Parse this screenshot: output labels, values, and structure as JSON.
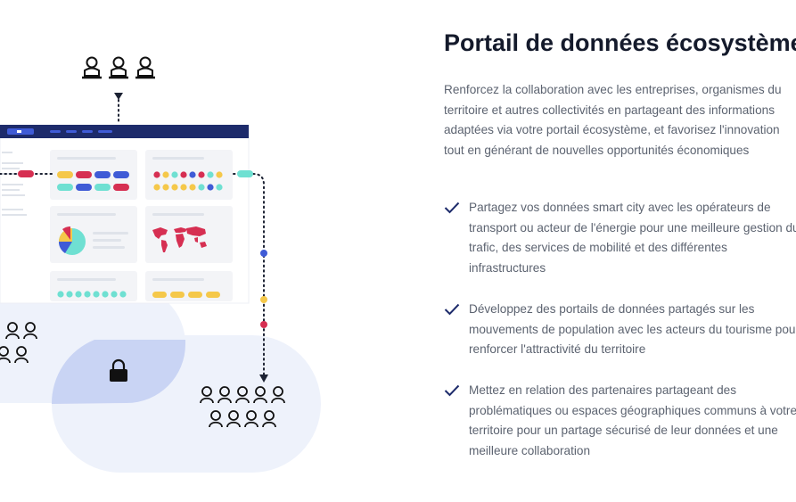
{
  "section": {
    "title": "Portail de données écosystème",
    "intro": "Renforcez la collaboration avec les entreprises, organismes du\nterritoire  et autres collectivités en partageant des informations\nadaptées via votre portail écosystème, et favorisez l'innovation\ntout en générant de nouvelles opportunités économiques",
    "benefits": [
      "Partagez vos données smart city avec les opérateurs de\ntransport ou acteur de l'énergie pour une meilleure gestion du\ntrafic, des services de mobilité et des différentes\ninfrastructures",
      "Développez des portails de données partagés sur les\nmouvements de population avec les acteurs du tourisme pour\nrenforcer l'attractivité du territoire",
      "Mettez en relation des partenaires partageant des\nproblématiques ou espaces géographiques communs à votre\nterritoire pour un partage sécurisé de leur données et une\nmeilleure collaboration"
    ]
  },
  "colors": {
    "navy": "#1d2b6b",
    "red": "#d62f52",
    "blue": "#3f5bd6",
    "cyan": "#6fe0d2",
    "yellow": "#f5c84a",
    "blob": "#eef2fb",
    "blob_overlap": "#c9d4f4",
    "check": "#1d2b6b"
  },
  "icons": [
    "user-icon",
    "lock-icon",
    "check-icon",
    "world-map-icon",
    "pie-chart-icon"
  ]
}
